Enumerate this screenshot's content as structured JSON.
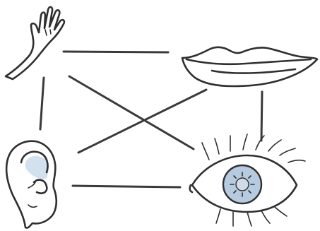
{
  "diagram": {
    "nodes": [
      {
        "id": "hand",
        "icon": "hand-icon"
      },
      {
        "id": "lips",
        "icon": "lips-icon"
      },
      {
        "id": "ear",
        "icon": "ear-icon"
      },
      {
        "id": "eye",
        "icon": "eye-icon"
      }
    ],
    "edges": [
      {
        "from": "hand",
        "to": "lips"
      },
      {
        "from": "hand",
        "to": "ear"
      },
      {
        "from": "hand",
        "to": "eye"
      },
      {
        "from": "lips",
        "to": "ear"
      },
      {
        "from": "lips",
        "to": "eye"
      },
      {
        "from": "ear",
        "to": "eye"
      }
    ],
    "colors": {
      "ink": "#2f2f2f",
      "fill_blue": "#b7cbe0",
      "fill_blue_light": "#d3e1ee",
      "background": "#ffffff"
    }
  }
}
